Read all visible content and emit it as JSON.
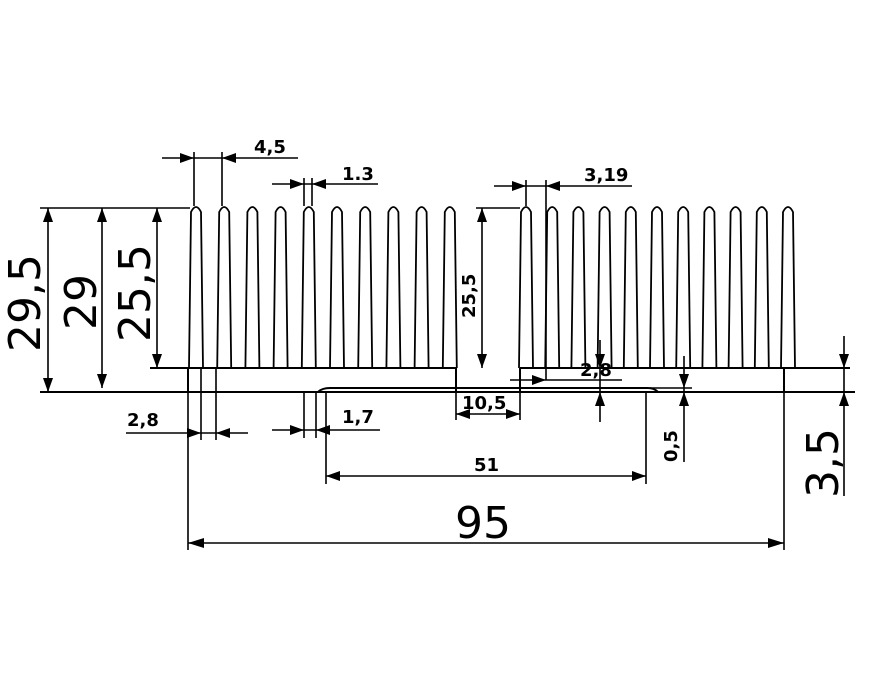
{
  "dimensions": {
    "overall_height": "29,5",
    "body_height": "29",
    "fin_height_left": "25,5",
    "fin_height_right": "25,5",
    "fin_pitch": "4,5",
    "fin_thickness_top": "1.3",
    "fin_pitch_right": "3,19",
    "fin_root_width": "2,8",
    "fin_tip_gap": "1,7",
    "fin_gap_right": "2,8",
    "center_slot": "10,5",
    "groove_depth": "0,5",
    "groove_span": "51",
    "base_thickness": "3,5",
    "overall_width": "95"
  }
}
